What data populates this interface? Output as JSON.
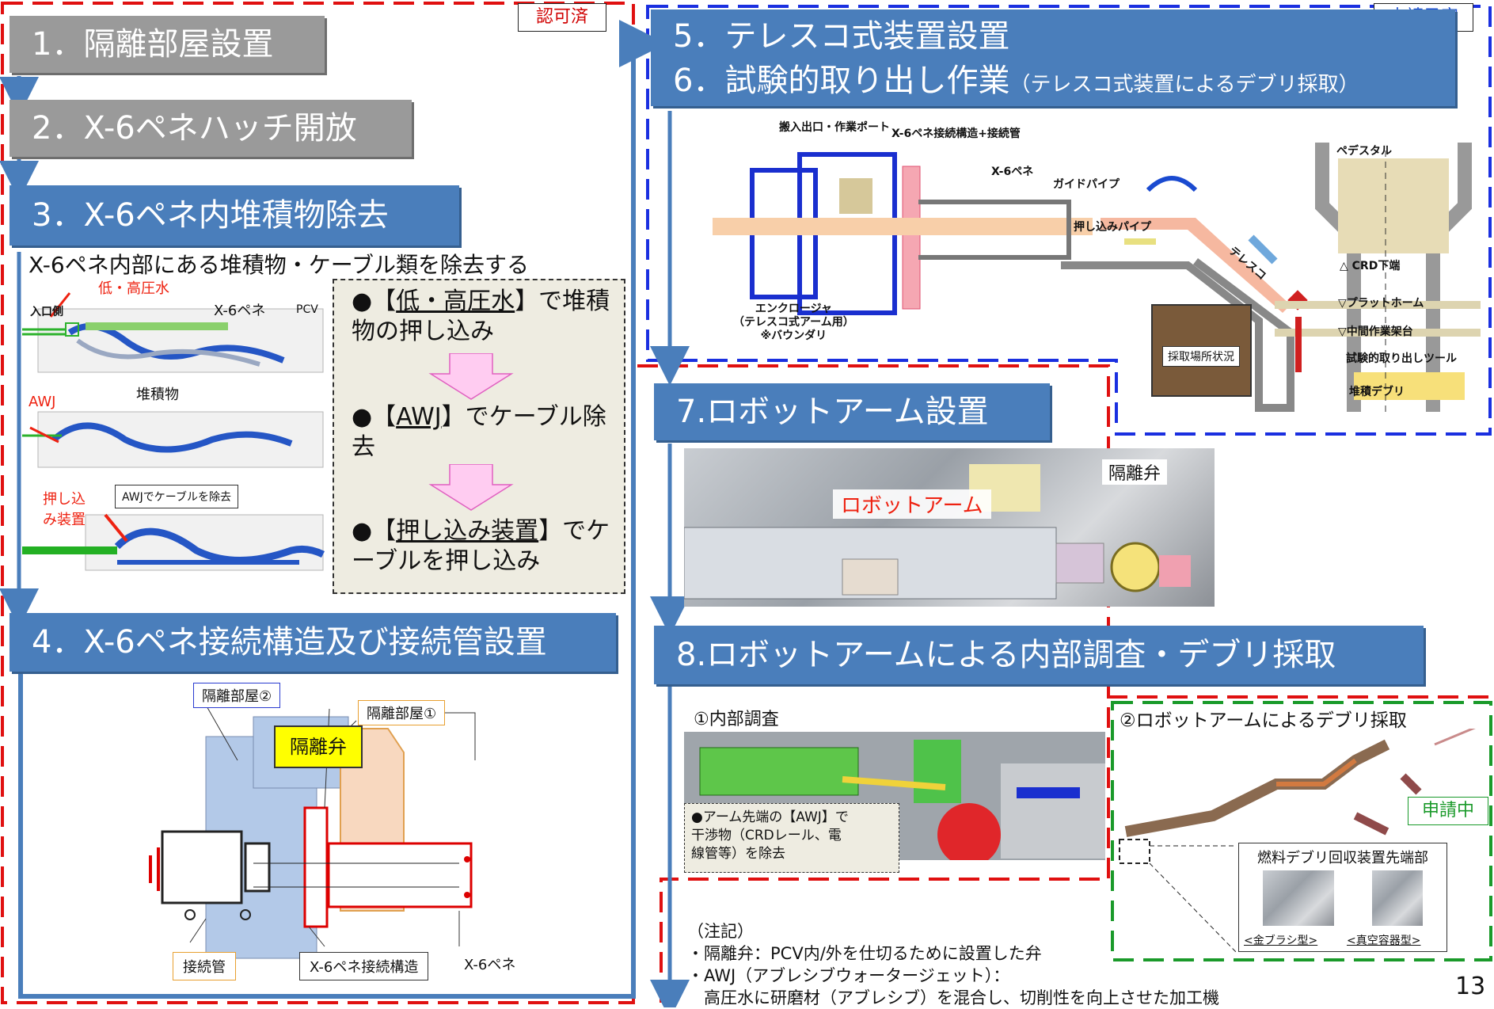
{
  "tags": {
    "approved": "認可済",
    "planned": "申請予定",
    "applying": "申請中"
  },
  "steps": {
    "s1": "1．隔離部屋設置",
    "s2": "2．X-6ペネハッチ開放",
    "s3": "3．X-6ペネ内堆積物除去",
    "s4": "4．X-6ペネ接続構造及び接続管設置",
    "s56_line1": "5．テレスコ式装置設置",
    "s56_line2": "6．試験的取り出し作業",
    "s56_line2_sub": "（テレスコ式装置によるデブリ採取）",
    "s7": "7.ロボットアーム設置",
    "s8": "8.ロボットアームによる内部調査・デブリ採取"
  },
  "step3": {
    "caption": "X-6ペネ内部にある堆積物・ケーブル類を除去する",
    "fig_labels": {
      "low_high_water": "低・高圧水",
      "inlet_side": "入口側",
      "x6_pene": "X-6ペネ",
      "pcv": "PCV",
      "deposit": "堆積物",
      "awj": "AWJ",
      "awj_cable": "AWJでケーブルを除去",
      "push_device": "押し込\nみ装置"
    },
    "bullets": {
      "b1_pre": "●【",
      "b1_key": "低・高圧水",
      "b1_post": "】で堆積物の押し込み",
      "b2_pre": "●【",
      "b2_key": "AWJ",
      "b2_post": "】でケーブル除去",
      "b3_pre": "●【",
      "b3_key": "押し込み装置",
      "b3_post": "】でケーブルを押し込み"
    }
  },
  "step4": {
    "labels": {
      "room2": "隔離部屋②",
      "room1": "隔離部屋①",
      "valve": "隔離弁",
      "conn_pipe": "接続管",
      "conn_struct": "X-6ペネ接続構造",
      "x6_pene": "X-6ペネ"
    }
  },
  "step56": {
    "labels": {
      "port": "搬入出口・作業ポート",
      "x6_conn": "X-6ペネ接続構造+接続管",
      "x6_pene": "X-6ペネ",
      "guide_pipe": "ガイドパイプ",
      "pedestal": "ペデスタル",
      "push_pipe": "押し込みパイプ",
      "telesco": "テレスコ",
      "crd_bottom": "△ CRD下端",
      "platform": "▽プラットホーム",
      "mid_scaffold": "▽中間作業架台",
      "tool": "試験的取り出しツール",
      "deposit_debris": "堆積デブリ",
      "sampling_spot": "採取場所状況",
      "enclosure": "エンクロージャ\n（テレスコ式アーム用）\n※バウンダリ"
    }
  },
  "step7": {
    "robot_arm": "ロボットアーム",
    "valve": "隔離弁"
  },
  "step8": {
    "internal_survey": "①内部調査",
    "awj_note": "●アーム先端の【AWJ】で\n干渉物（CRDレール、電\n線管等）を除去",
    "robot_debris": "②ロボットアームによるデブリ採取",
    "tip_title": "燃料デブリ回収装置先端部",
    "tip_brush": "<金ブラシ型>",
    "tip_vacuum": "<真空容器型>"
  },
  "notes": {
    "head": "（注記）",
    "n1": "・隔離弁：PCV内/外を仕切るために設置した弁",
    "n2": "・AWJ（アブレシブウォータージェット）：",
    "n3": "　高圧水に研磨材（アブレシブ）を混合し、切削性を向上させた加工機"
  },
  "page_number": "13",
  "colors": {
    "step_gray": "#9a9a9a",
    "step_blue": "#4a7ebb",
    "approved_frame": "#e01010",
    "planned_frame": "#1a2fe0",
    "applying_frame": "#1a9a2a",
    "arrow": "#4a7ebb"
  }
}
